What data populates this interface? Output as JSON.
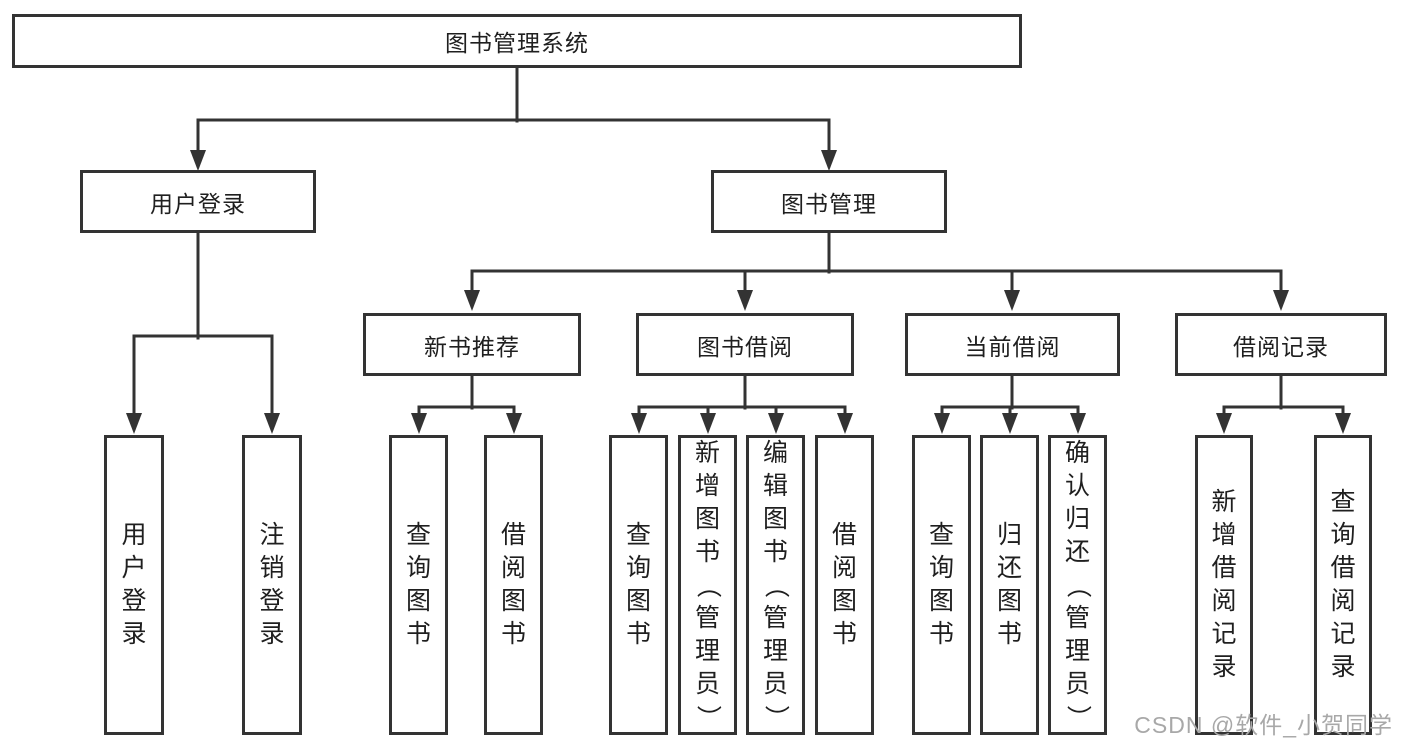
{
  "boxes": {
    "root": "图书管理系统",
    "user_login": "用户登录",
    "book_management": "图书管理",
    "new_book_recommend": "新书推荐",
    "book_borrow": "图书借阅",
    "current_borrow": "当前借阅",
    "borrow_records": "借阅记录",
    "leaf_user_login": "用户登录",
    "leaf_logout": "注销登录",
    "leaf_nbr_query_books": "查询图书",
    "leaf_nbr_borrow_books": "借阅图书",
    "leaf_bb_query_books": "查询图书",
    "leaf_bb_add_books": "新增图书（管理员）",
    "leaf_bb_edit_books": "编辑图书（管理员）",
    "leaf_bb_borrow_books": "借阅图书",
    "leaf_cb_query_books": "查询图书",
    "leaf_cb_return_books": "归还图书",
    "leaf_cb_confirm_return": "确认归还（管理员）",
    "leaf_br_add_record": "新增借阅记录",
    "leaf_br_query_record": "查询借阅记录"
  },
  "hierarchy": {
    "label": "图书管理系统",
    "children": [
      {
        "label": "用户登录",
        "children": [
          "用户登录",
          "注销登录"
        ]
      },
      {
        "label": "图书管理",
        "children": [
          {
            "label": "新书推荐",
            "children": [
              "查询图书",
              "借阅图书"
            ]
          },
          {
            "label": "图书借阅",
            "children": [
              "查询图书",
              "新增图书（管理员）",
              "编辑图书（管理员）",
              "借阅图书"
            ]
          },
          {
            "label": "当前借阅",
            "children": [
              "查询图书",
              "归还图书",
              "确认归还（管理员）"
            ]
          },
          {
            "label": "借阅记录",
            "children": [
              "新增借阅记录",
              "查询借阅记录"
            ]
          }
        ]
      }
    ]
  },
  "watermark": "CSDN @软件_小贺同学",
  "colors": {
    "line": "#333333",
    "text": "#1f1f1f",
    "watermark": "#a8a8a8",
    "background": "#ffffff"
  }
}
